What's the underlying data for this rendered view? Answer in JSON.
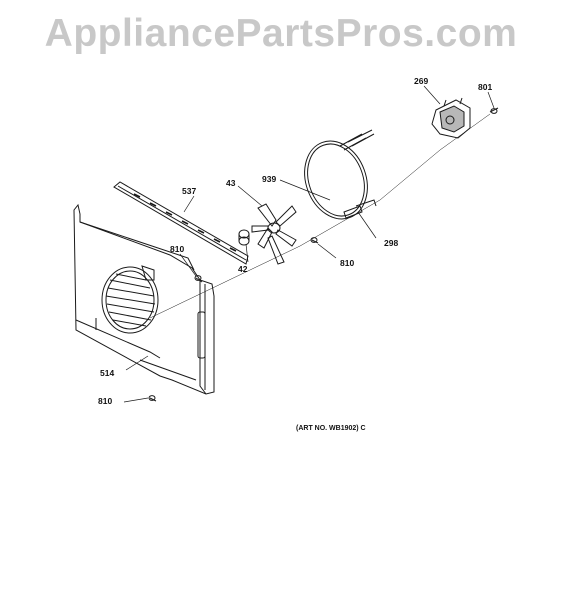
{
  "watermark": "AppliancePartsPros.com",
  "art_number": "(ART NO. WB1902) C",
  "parts": [
    {
      "key": "269",
      "label": "269",
      "component": "motor"
    },
    {
      "key": "801",
      "label": "801",
      "component": "screw"
    },
    {
      "key": "43",
      "label": "43",
      "component": "fan-blade"
    },
    {
      "key": "939",
      "label": "939",
      "component": "ring-element"
    },
    {
      "key": "537",
      "label": "537",
      "component": "bracket"
    },
    {
      "key": "298",
      "label": "298",
      "component": "ring-element"
    },
    {
      "key": "810a",
      "label": "810",
      "component": "screw"
    },
    {
      "key": "42",
      "label": "42",
      "component": "nut"
    },
    {
      "key": "810b",
      "label": "810",
      "component": "screw"
    },
    {
      "key": "514",
      "label": "514",
      "component": "fan-cover"
    },
    {
      "key": "810c",
      "label": "810",
      "component": "screw"
    }
  ],
  "colors": {
    "line": "#1a1a1a",
    "watermark": "#c8c8c8"
  }
}
